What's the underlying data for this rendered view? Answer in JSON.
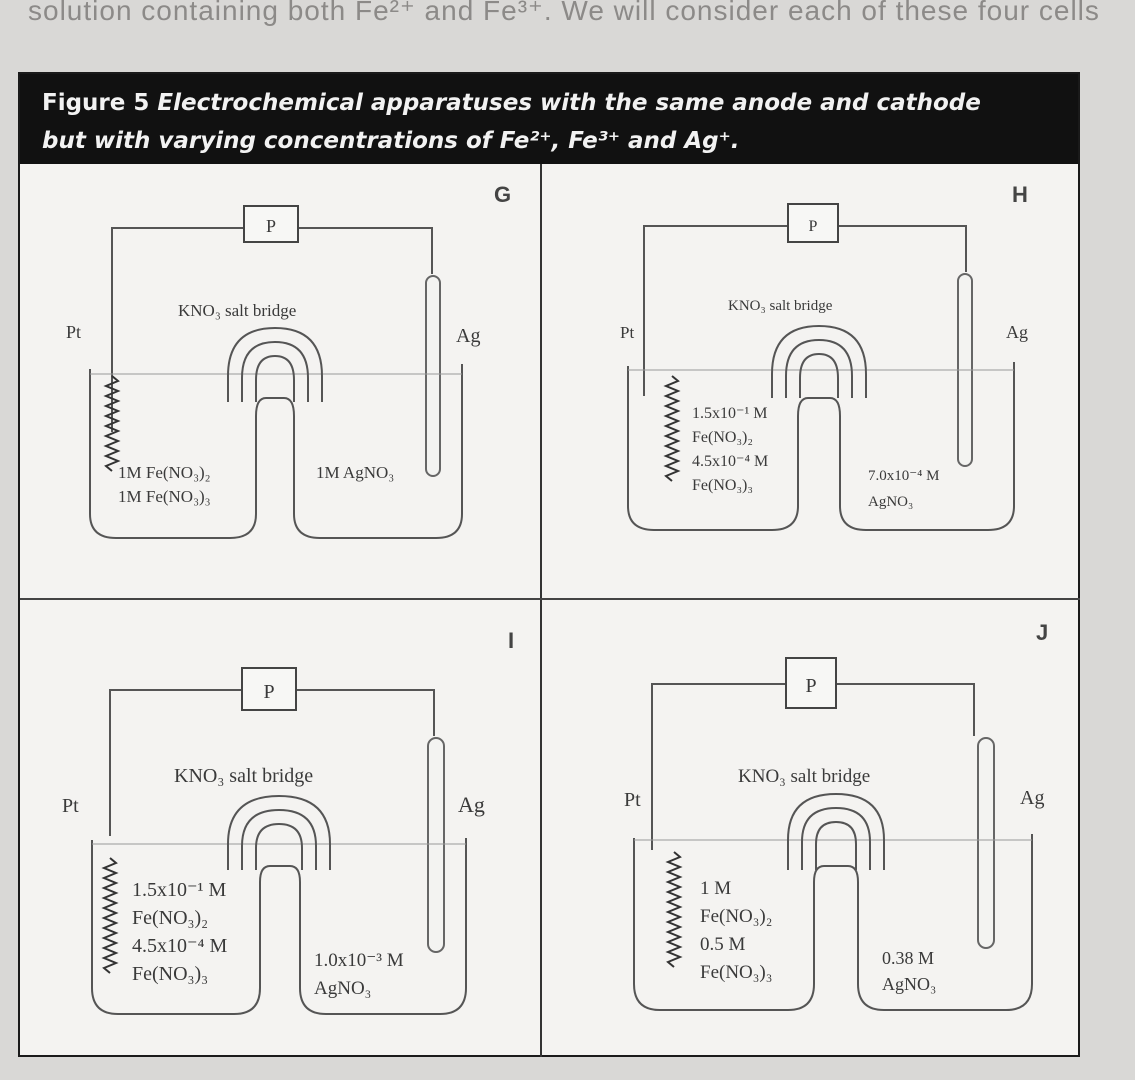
{
  "page": {
    "top_text": "solution containing both Fe²⁺ and Fe³⁺. We will consider each of these four cells"
  },
  "figure": {
    "caption_lead": "Figure 5",
    "caption_line1": "Electrochemical apparatuses with the same anode and cathode",
    "caption_line2": "but with varying concentrations of Fe²⁺, Fe³⁺ and Ag⁺."
  },
  "panels": [
    {
      "letter": "G",
      "meter": "P",
      "salt_bridge": "KNO₃ salt bridge",
      "left_electrode": "Pt",
      "right_electrode": "Ag",
      "left_solution": [
        "1M Fe(NO₃)₂",
        "1M Fe(NO₃)₃"
      ],
      "right_solution": [
        "1M AgNO₃"
      ]
    },
    {
      "letter": "H",
      "meter": "P",
      "salt_bridge": "KNO₃ salt bridge",
      "left_electrode": "Pt",
      "right_electrode": "Ag",
      "left_solution": [
        "1.5x10⁻¹ M",
        "Fe(NO₃)₂",
        "4.5x10⁻⁴ M",
        "Fe(NO₃)₃"
      ],
      "right_solution": [
        "7.0x10⁻⁴ M",
        "AgNO₃"
      ]
    },
    {
      "letter": "I",
      "meter": "P",
      "salt_bridge": "KNO₃ salt bridge",
      "left_electrode": "Pt",
      "right_electrode": "Ag",
      "left_solution": [
        "1.5x10⁻¹ M",
        "Fe(NO₃)₂",
        "4.5x10⁻⁴ M",
        "Fe(NO₃)₃"
      ],
      "right_solution": [
        "1.0x10⁻³ M",
        "AgNO₃"
      ]
    },
    {
      "letter": "J",
      "meter": "P",
      "salt_bridge": "KNO₃ salt bridge",
      "left_electrode": "Pt",
      "right_electrode": "Ag",
      "left_solution": [
        "1 M",
        "Fe(NO₃)₂",
        "0.5 M",
        "Fe(NO₃)₃"
      ],
      "right_solution": [
        "0.38 M",
        "AgNO₃"
      ]
    }
  ]
}
